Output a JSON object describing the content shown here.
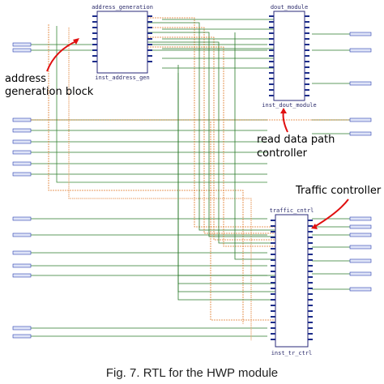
{
  "blocks": {
    "address": {
      "title": "address_generation",
      "instance": "inst_address_gen"
    },
    "dout": {
      "title": "dout_module",
      "instance": "inst_dout_module"
    },
    "traffic": {
      "title": "traffic_cntrl",
      "instance": "inst_tr_ctrl"
    }
  },
  "annotations": {
    "address": [
      "address",
      "generation block"
    ],
    "read": [
      "read data path",
      "controller"
    ],
    "traffic": [
      "Traffic controller"
    ]
  },
  "caption": "Fig. 7.  RTL for the HWP module",
  "colors": {
    "annotation_arrow": "#e01010",
    "wire": "#2a7a2a",
    "wire_orange": "#e07a2a",
    "block_fill": "#ffffff",
    "block_border": "#2a2a7a",
    "port_blue": "#2a3fb0"
  }
}
